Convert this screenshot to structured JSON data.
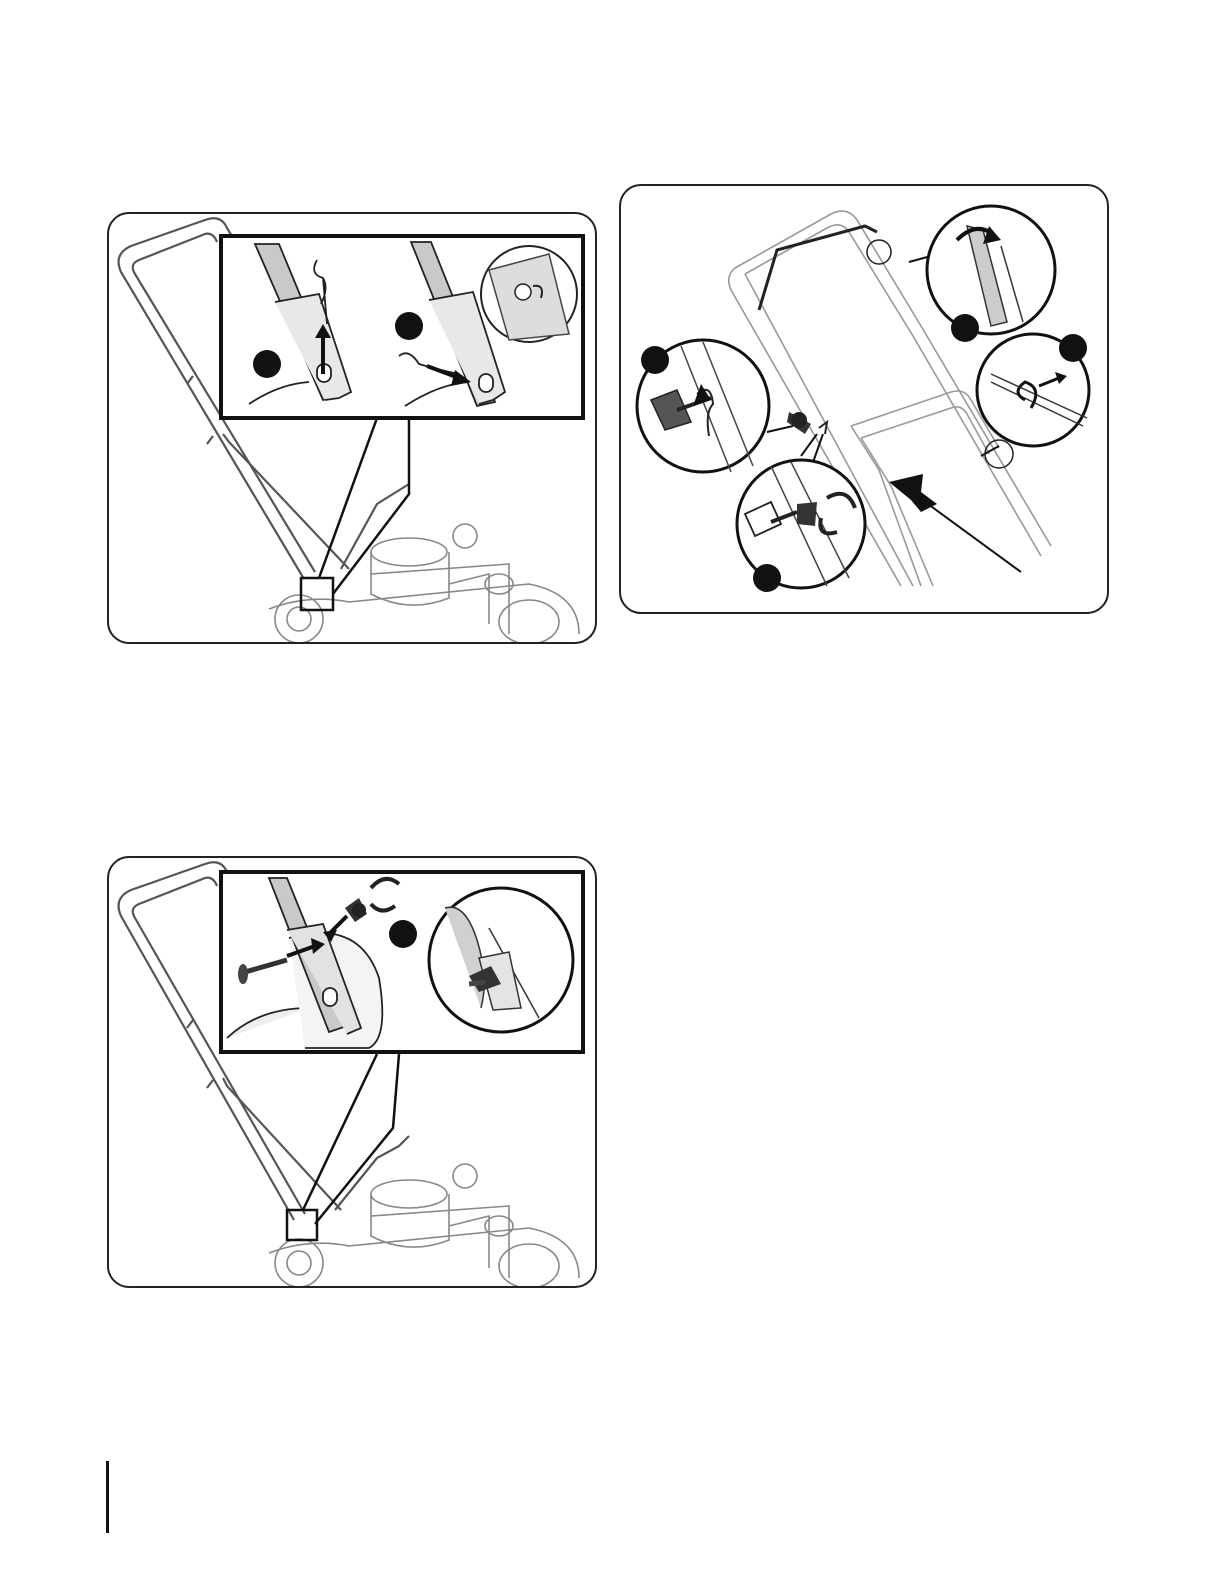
{
  "page": {
    "background": "#ffffff",
    "line_color": "#222222",
    "mower_line_color": "#8a8a8a",
    "badge_color": "#111111"
  },
  "figures": [
    {
      "id": "fig-a",
      "content": "mower-handle-with-hairpin-clip-removal-inset",
      "badges": 2
    },
    {
      "id": "fig-b",
      "content": "handle-lowered-with-cable-tie-and-knob-detail-circles",
      "badges": 4
    },
    {
      "id": "fig-c",
      "content": "lower-handle-bolt-and-wing-knob-install-inset",
      "badges": 1
    }
  ]
}
